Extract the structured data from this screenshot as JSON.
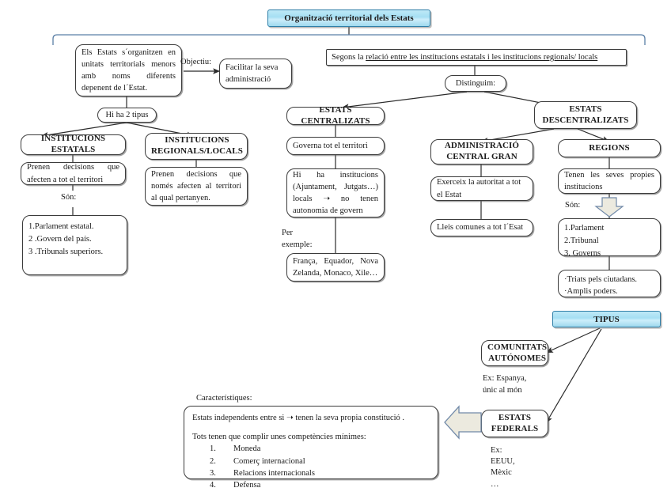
{
  "title_box": {
    "text": "Organització territorial dels Estats"
  },
  "left_branch": {
    "intro": "Els Estats s´organitzen en unitats territorials menors amb noms diferents depenent de l´Estat.",
    "objectiu_label": "Objectiu:",
    "objectiu_box": "Facilitar la seva administració",
    "tipus_node": "Hi ha 2 tipus",
    "columns": [
      {
        "title": "INSTITUCIONS ESTATALS",
        "desc": "Prenen decisions que afecten a tot el territori",
        "son_label": "Són:",
        "items": [
          "1.Parlament estatal.",
          "2 .Govern del país.",
          "3 .Tribunals superiors."
        ]
      },
      {
        "title": "INSTITUCIONS REGIONALS/LOCALS",
        "desc": "Prenen decisions que només afecten al territori al qual pertanyen."
      }
    ]
  },
  "right_branch": {
    "criteria_prefix": "Segons la ",
    "criteria_underlined": "relació entre les  institucions estatals i les institucions regionals/ locals",
    "distinguim": "Distinguim:",
    "centralizats": {
      "title": "ESTATS CENTRALIZATS",
      "governa": "Governa tot el territori",
      "institucions": "Hi ha institucions (Ajuntament, Jutgats…) locals ➝ no tenen autonomia de govern",
      "per_exemple_label": "Per exemple:",
      "exemples": "França, Equador, Nova Zelanda, Monaco, Xile…"
    },
    "descentralizats": {
      "title": "ESTATS DESCENTRALIZATS",
      "admin": {
        "title": "ADMINISTRACIÓ CENTRAL GRAN",
        "autoritat": "Exerceix la autoritat a tot el Estat",
        "lleis": "Lleis comunes a tot l´Esat"
      },
      "regions": {
        "title": "REGIONS",
        "propies": "Tenen les seves propies institucions",
        "son_label": "Són:",
        "items": [
          "1.Parlament",
          "2.Tribunal",
          "3. Governs"
        ],
        "extra": "·Triats pels ciutadans.\n·Amplis poders."
      }
    }
  },
  "tipus_section": {
    "header": "TIPUS",
    "comunitats": {
      "title": "COMUNITATS AUTÓNOMES",
      "example": "Ex:   Espanya,\núnic al món"
    },
    "federals": {
      "title": "ESTATS FEDERALS",
      "example": "Ex:\nEEUU,\nMèxic\n…"
    }
  },
  "caracteristiques": {
    "label": "Característiques:",
    "line1": "Estats independents entre si ➝ tenen la seva propia constitució .",
    "line2": "Tots tenen que complir unes competències mínimes:",
    "items": [
      "Moneda",
      "Comerç internacional",
      "Relacions internacionals",
      "Defensa"
    ]
  },
  "colors": {
    "accent": "#2f7fa8",
    "bracket": "#5b7fa6",
    "arrow_fill": "#eceadf",
    "arrow_stroke": "#7089a8"
  }
}
